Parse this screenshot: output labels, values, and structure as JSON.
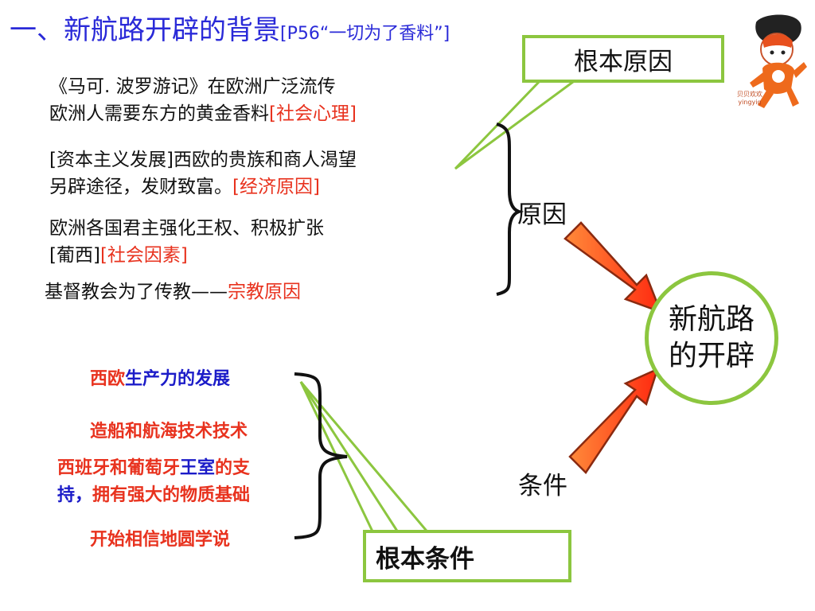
{
  "slide": {
    "title": "一、新航路开辟的背景",
    "title_ref": "[P56“一切为了香料”]"
  },
  "causes": [
    {
      "lines": [
        [
          {
            "text": "《马可. 波罗游记》在欧洲广泛流传",
            "color": "black"
          }
        ],
        [
          {
            "text": "欧洲人需要东方的黄金香料",
            "color": "black"
          },
          {
            "text": "[社会心理]",
            "color": "red"
          }
        ]
      ]
    },
    {
      "lines": [
        [
          {
            "text": "[资本主义发展]西欧的贵族和商人渴望",
            "color": "black"
          }
        ],
        [
          {
            "text": "另辟途径，发财致富。",
            "color": "black"
          },
          {
            "text": "[经济原因]",
            "color": "red"
          }
        ]
      ]
    },
    {
      "lines": [
        [
          {
            "text": "欧洲各国君主强化王权、积极扩张",
            "color": "black"
          }
        ],
        [
          {
            "text": "[葡西]",
            "color": "black"
          },
          {
            "text": "[社会因素]",
            "color": "red"
          }
        ]
      ]
    },
    {
      "lines": [
        [
          {
            "text": "基督教会为了传教——",
            "color": "black"
          },
          {
            "text": "宗教原因",
            "color": "red"
          }
        ]
      ]
    }
  ],
  "conditions": [
    {
      "lines": [
        [
          {
            "text": "西欧",
            "color": "red"
          },
          {
            "text": "生产力",
            "color": "blue"
          },
          {
            "text": "的发展",
            "color": "blue"
          }
        ]
      ]
    },
    {
      "lines": [
        [
          {
            "text": "造船和航海技术技术",
            "color": "red"
          }
        ]
      ]
    },
    {
      "lines": [
        [
          {
            "text": "西班牙和葡萄牙",
            "color": "red"
          },
          {
            "text": "王室",
            "color": "blue"
          },
          {
            "text": "的支",
            "color": "red"
          }
        ],
        [
          {
            "text": "持，",
            "color": "blue"
          },
          {
            "text": "拥有强大的物质基础",
            "color": "red"
          }
        ]
      ]
    },
    {
      "lines": [
        [
          {
            "text": "开始相信地圆学说",
            "color": "red"
          }
        ]
      ]
    }
  ],
  "labels": {
    "causes": "原因",
    "conditions": "条件",
    "root_cause": "根本原因",
    "root_condition": "根本条件",
    "center_line1": "新航路",
    "center_line2": "的开辟"
  },
  "mascot": {
    "caption_line1": "贝贝欢欢",
    "caption_line2": "yingyig"
  },
  "colors": {
    "title": "#2a2ad8",
    "accent_red": "#e8321e",
    "accent_blue": "#1b1bc8",
    "callout_border": "#8cc63f",
    "arrow_fill": "#ff3b10",
    "arrow_stroke": "#8a2a10"
  }
}
